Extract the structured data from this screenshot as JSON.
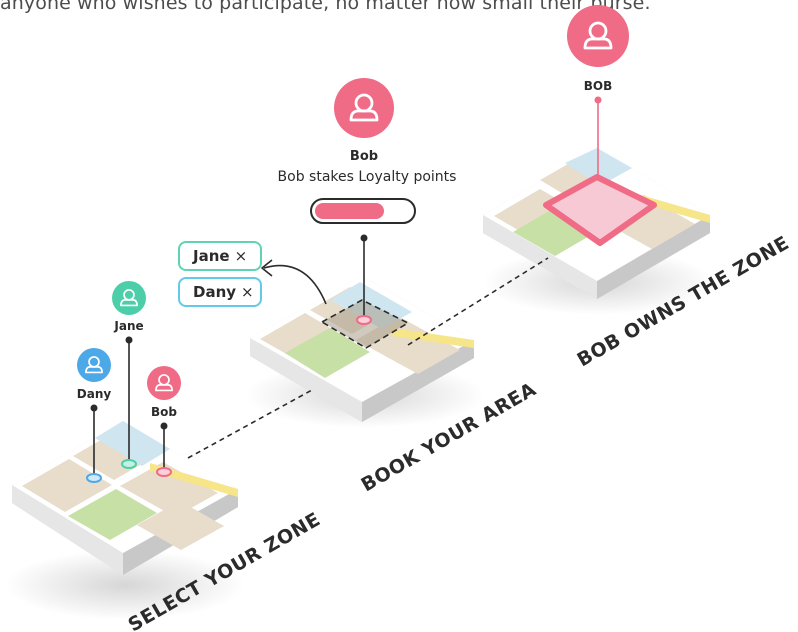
{
  "intro_text": "anyone who wishes to participate, no matter how small their purse.",
  "colors": {
    "pink": "#f06b86",
    "teal": "#4ccfa8",
    "blue": "#4da8e8",
    "map_beige": "#e8dccb",
    "map_green": "#c6e0a6",
    "map_water": "#cfe6f0",
    "map_road_yellow": "#f7e58a"
  },
  "icons": {
    "user": "user-avatar-icon",
    "close": "close-icon"
  },
  "steps": {
    "select": {
      "caption": "SELECT YOUR ZONE",
      "users": [
        {
          "name": "Jane",
          "color": "#4ccfa8"
        },
        {
          "name": "Dany",
          "color": "#4da8e8"
        },
        {
          "name": "Bob",
          "color": "#f06b86"
        }
      ]
    },
    "book": {
      "caption": "BOOK YOUR AREA",
      "user_name": "Bob",
      "subtitle": "Bob stakes Loyalty points",
      "stake_level": 0.72,
      "tags": [
        {
          "name": "Jane",
          "close": "×"
        },
        {
          "name": "Dany",
          "close": "×"
        }
      ]
    },
    "own": {
      "caption": "BOB OWNS THE ZONE",
      "user_name": "BOB"
    }
  }
}
